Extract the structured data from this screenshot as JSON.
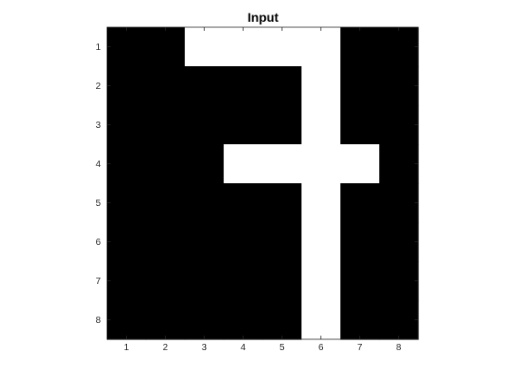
{
  "chart_data": {
    "type": "heatmap",
    "title": "Input",
    "xlabel": "",
    "ylabel": "",
    "colormap": "gray",
    "colors": {
      "zero": "#000000",
      "one": "#ffffff",
      "axes": "#262626"
    },
    "x_ticks": [
      "1",
      "2",
      "3",
      "4",
      "5",
      "6",
      "7",
      "8"
    ],
    "y_ticks": [
      "1",
      "2",
      "3",
      "4",
      "5",
      "6",
      "7",
      "8"
    ],
    "xlim": [
      0.5,
      8.5
    ],
    "ylim": [
      0.5,
      8.5
    ],
    "y_direction": "reverse",
    "grid": false,
    "values": [
      [
        0,
        0,
        1,
        1,
        1,
        1,
        0,
        0
      ],
      [
        0,
        0,
        0,
        0,
        0,
        1,
        0,
        0
      ],
      [
        0,
        0,
        0,
        0,
        0,
        1,
        0,
        0
      ],
      [
        0,
        0,
        0,
        1,
        1,
        1,
        1,
        0
      ],
      [
        0,
        0,
        0,
        0,
        0,
        1,
        0,
        0
      ],
      [
        0,
        0,
        0,
        0,
        0,
        1,
        0,
        0
      ],
      [
        0,
        0,
        0,
        0,
        0,
        1,
        0,
        0
      ],
      [
        0,
        0,
        0,
        0,
        0,
        1,
        0,
        0
      ]
    ]
  }
}
